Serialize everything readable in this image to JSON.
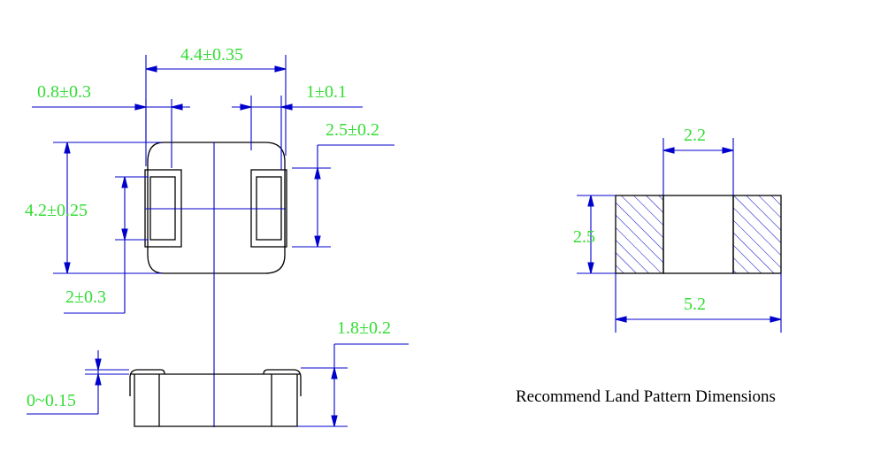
{
  "colors": {
    "outline": "#000000",
    "dimension_line": "#0000cc",
    "dimension_text": "#33dd33",
    "caption_text": "#000000",
    "hatch": "#0000cc"
  },
  "component_drawing": {
    "top_view": {
      "overall_length": "4.4±0.35",
      "terminal_width": "0.8±0.3",
      "terminal_offset": "1±0.1",
      "terminal_height": "2.5±0.2",
      "overall_width": "4.2±0.25",
      "terminal_inner_height": "2±0.3"
    },
    "side_view": {
      "height": "1.8±0.2",
      "standoff": "0~0.15"
    }
  },
  "land_pattern": {
    "gap": "2.2",
    "pad_height": "2.5",
    "overall_length": "5.2",
    "caption": "Recommend Land Pattern Dimensions"
  }
}
